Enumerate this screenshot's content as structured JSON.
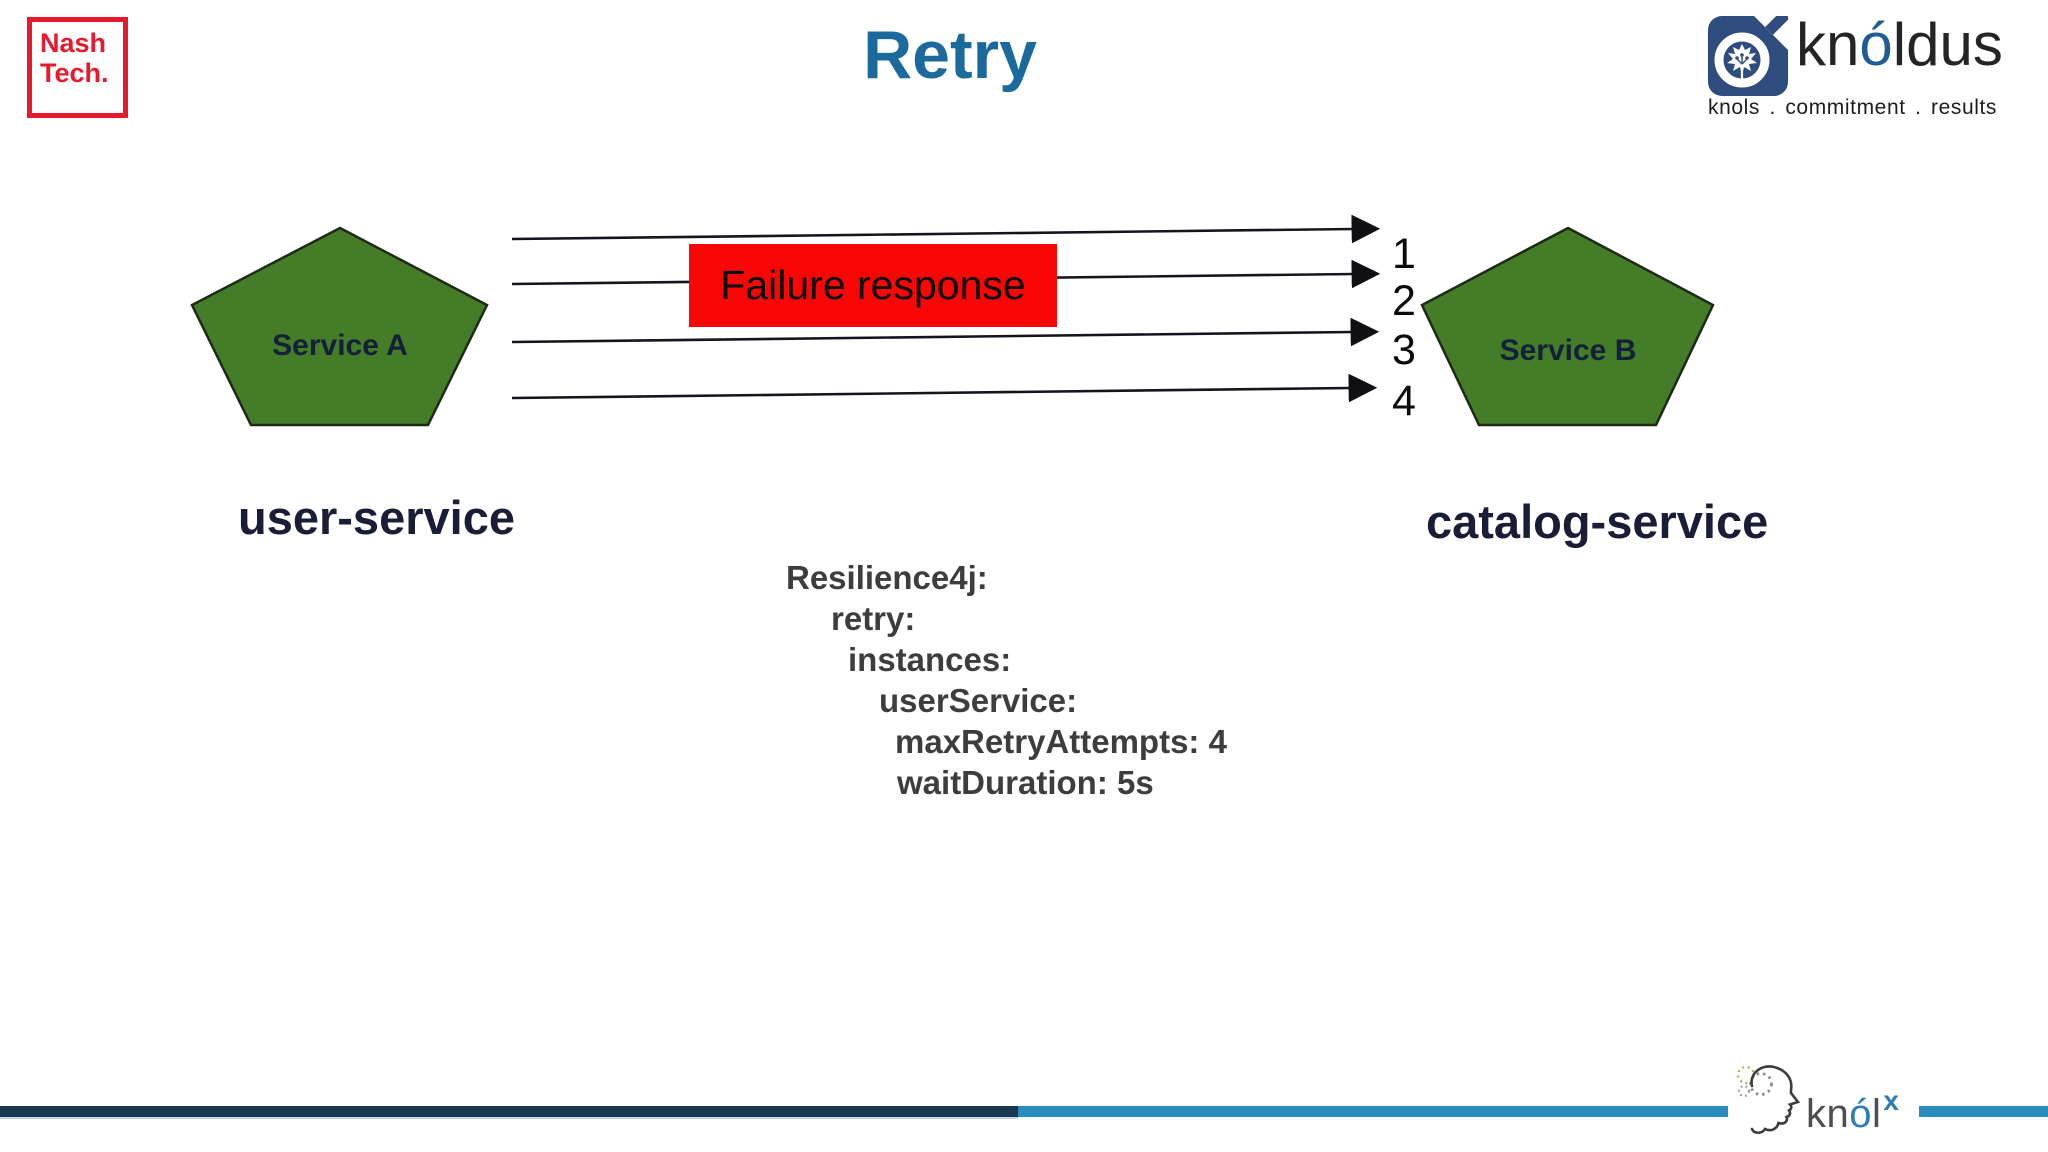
{
  "slide": {
    "title": "Retry"
  },
  "branding": {
    "nashtech": {
      "line1": "Nash",
      "line2": "Tech."
    },
    "knoldus": {
      "name_pre": "kn",
      "name_accent": "ó",
      "name_post": "ldus",
      "tagline": "knols . commitment . results"
    },
    "knolx": {
      "pre": "kn",
      "accent": "ó",
      "post": "l",
      "sup": "x"
    }
  },
  "diagram": {
    "source": {
      "shape_label": "Service A",
      "caption": "user-service"
    },
    "target": {
      "shape_label": "Service B",
      "caption": "catalog-service"
    },
    "failure_label": "Failure response",
    "attempts": [
      "1",
      "2",
      "3",
      "4"
    ],
    "config": [
      {
        "text": "Resilience4j:"
      },
      {
        "text": "retry:"
      },
      {
        "text": "instances:"
      },
      {
        "text": "userService:"
      },
      {
        "text": "maxRetryAttempts: 4"
      },
      {
        "text": "waitDuration: 5s"
      }
    ]
  },
  "colors": {
    "title_blue": "#1a6a9e",
    "pentagon_green": "#457c27",
    "failure_red": "#f90606",
    "nashtech_red": "#e8192c",
    "bar_dark_navy": "#1b394e",
    "bar_light_blue": "#2b8cc0",
    "knoldus_navy": "#2e4d7e",
    "service_text_navy": "#13203a"
  }
}
